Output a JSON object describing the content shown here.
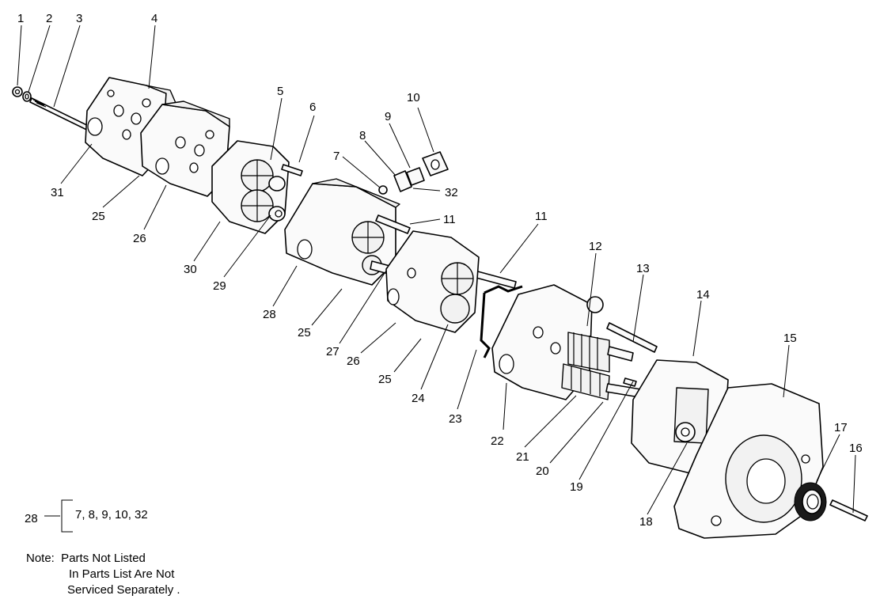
{
  "callouts": [
    {
      "id": "c1",
      "text": "1"
    },
    {
      "id": "c2",
      "text": "2"
    },
    {
      "id": "c3",
      "text": "3"
    },
    {
      "id": "c4",
      "text": "4"
    },
    {
      "id": "c5",
      "text": "5"
    },
    {
      "id": "c6",
      "text": "6"
    },
    {
      "id": "c7",
      "text": "7"
    },
    {
      "id": "c8",
      "text": "8"
    },
    {
      "id": "c9",
      "text": "9"
    },
    {
      "id": "c10",
      "text": "10"
    },
    {
      "id": "c11a",
      "text": "11"
    },
    {
      "id": "c11b",
      "text": "11"
    },
    {
      "id": "c12",
      "text": "12"
    },
    {
      "id": "c13",
      "text": "13"
    },
    {
      "id": "c14",
      "text": "14"
    },
    {
      "id": "c15",
      "text": "15"
    },
    {
      "id": "c16",
      "text": "16"
    },
    {
      "id": "c17",
      "text": "17"
    },
    {
      "id": "c18",
      "text": "18"
    },
    {
      "id": "c19",
      "text": "19"
    },
    {
      "id": "c20",
      "text": "20"
    },
    {
      "id": "c21",
      "text": "21"
    },
    {
      "id": "c22",
      "text": "22"
    },
    {
      "id": "c23",
      "text": "23"
    },
    {
      "id": "c24",
      "text": "24"
    },
    {
      "id": "c25a",
      "text": "25"
    },
    {
      "id": "c25b",
      "text": "25"
    },
    {
      "id": "c25c",
      "text": "25"
    },
    {
      "id": "c26a",
      "text": "26"
    },
    {
      "id": "c26b",
      "text": "26"
    },
    {
      "id": "c27",
      "text": "27"
    },
    {
      "id": "c28",
      "text": "28"
    },
    {
      "id": "c29",
      "text": "29"
    },
    {
      "id": "c30",
      "text": "30"
    },
    {
      "id": "c31",
      "text": "31"
    },
    {
      "id": "c32",
      "text": "32"
    }
  ],
  "kit": {
    "ref": "28",
    "items": "7, 8, 9, 10, 32"
  },
  "note": {
    "line1": "Note:  Parts Not Listed",
    "line2": "In Parts List Are Not",
    "line3": "Serviced Separately ."
  }
}
